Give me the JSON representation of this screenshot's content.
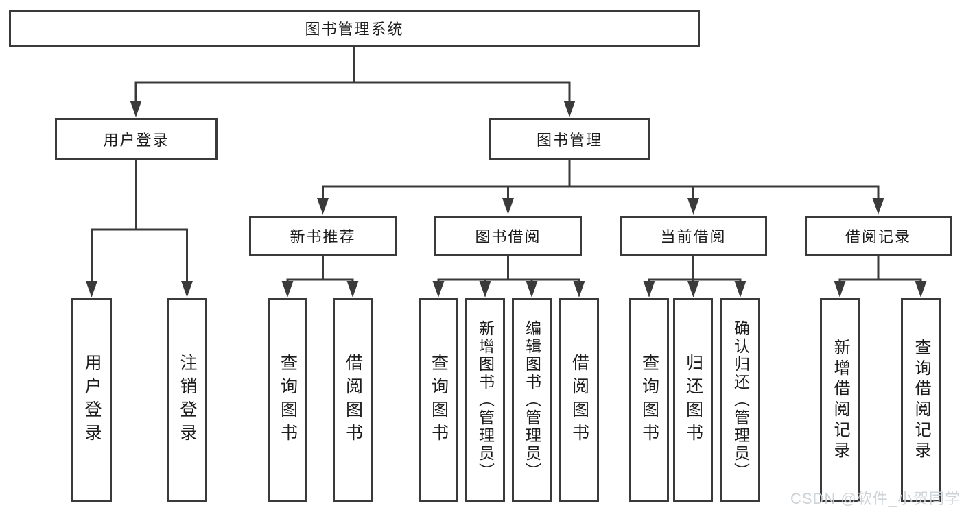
{
  "watermark": "CSDN @软件_小贺同学",
  "tree": {
    "root": {
      "label": "图书管理系统"
    },
    "branches": [
      {
        "label": "用户登录",
        "leaves": [
          {
            "label": "用户登录"
          },
          {
            "label": "注销登录"
          }
        ]
      },
      {
        "label": "图书管理",
        "groups": [
          {
            "label": "新书推荐",
            "leaves": [
              {
                "label": "查询图书"
              },
              {
                "label": "借阅图书"
              }
            ]
          },
          {
            "label": "图书借阅",
            "leaves": [
              {
                "label": "查询图书"
              },
              {
                "label": "新增图书（管理员）"
              },
              {
                "label": "编辑图书（管理员）"
              },
              {
                "label": "借阅图书"
              }
            ]
          },
          {
            "label": "当前借阅",
            "leaves": [
              {
                "label": "查询图书"
              },
              {
                "label": "归还图书"
              },
              {
                "label": "确认归还（管理员）"
              }
            ]
          },
          {
            "label": "借阅记录",
            "leaves": [
              {
                "label": "新增借阅记录"
              },
              {
                "label": "查询借阅记录"
              }
            ]
          }
        ]
      }
    ]
  },
  "colors": {
    "line": "#3a3a3a",
    "text": "#1c1c1c",
    "background": "#ffffff",
    "watermark": "#cbd1d5"
  }
}
